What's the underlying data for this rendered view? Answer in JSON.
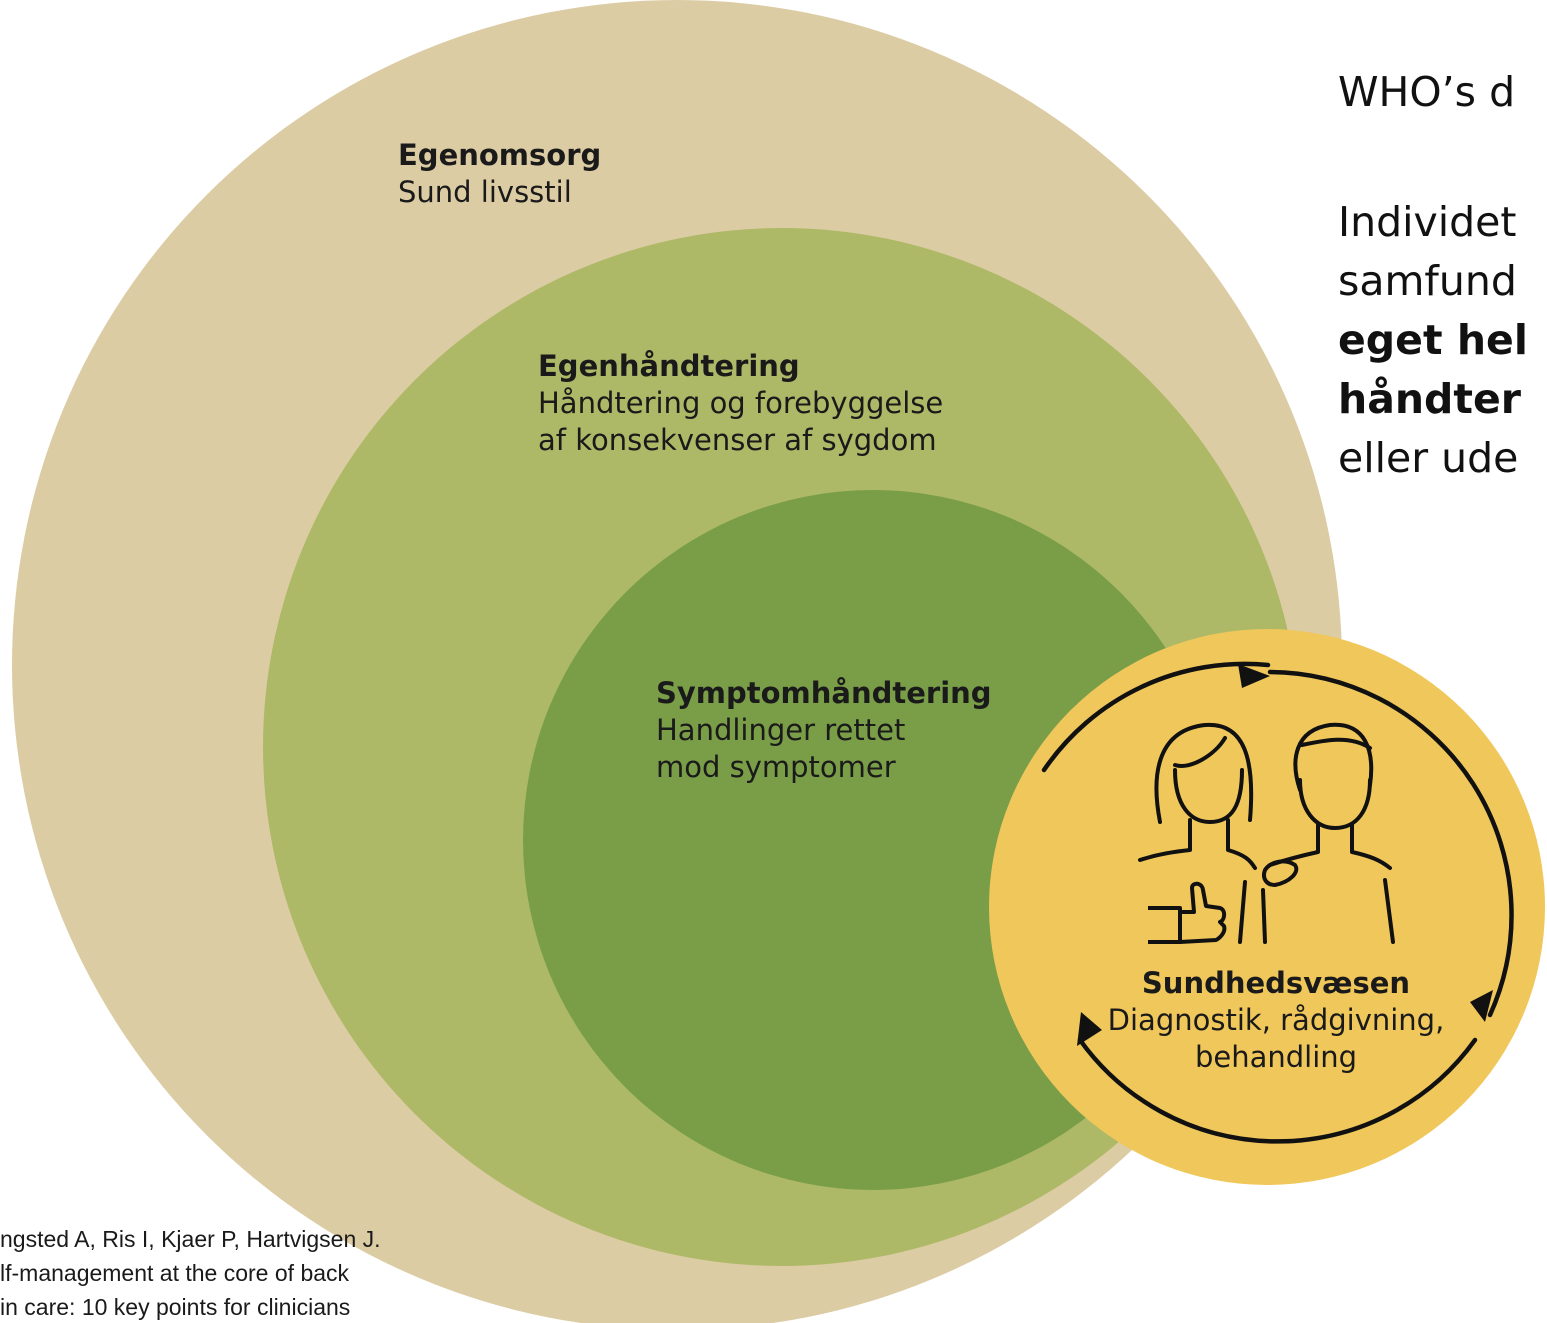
{
  "circles": {
    "egenomsorg": {
      "title": "Egenomsorg",
      "lines": [
        "Sund livsstil"
      ],
      "color": "#dccca4"
    },
    "egenhaandtering": {
      "title": "Egenhåndtering",
      "lines": [
        "Håndtering og forebyggelse",
        "af konsekvenser af sygdom"
      ],
      "color": "#aeb967"
    },
    "symptomhaandtering": {
      "title": "Symptomhåndtering",
      "lines": [
        "Handlinger rettet",
        "mod symptomer"
      ],
      "color": "#7a9e48"
    },
    "sundhedsvaesen": {
      "title": "Sundhedsvæsen",
      "lines": [
        "Diagnostik, rådgivning,",
        "behandling"
      ],
      "color": "#f0c75a"
    }
  },
  "right_text": {
    "heading": "WHO’s d",
    "line1": "Individet",
    "line2": "samfund",
    "line3_bold": "eget hel",
    "line4_bold": "håndter",
    "line5": "eller ude"
  },
  "reference": {
    "line1": "ngsted A, Ris I, Kjaer P, Hartvigsen J.",
    "line2": "lf-management at the core of back",
    "line3": "in care: 10 key points for clinicians"
  },
  "icons": [
    "people-icon",
    "thumbs-up-icon",
    "cycle-arrows-icon"
  ]
}
